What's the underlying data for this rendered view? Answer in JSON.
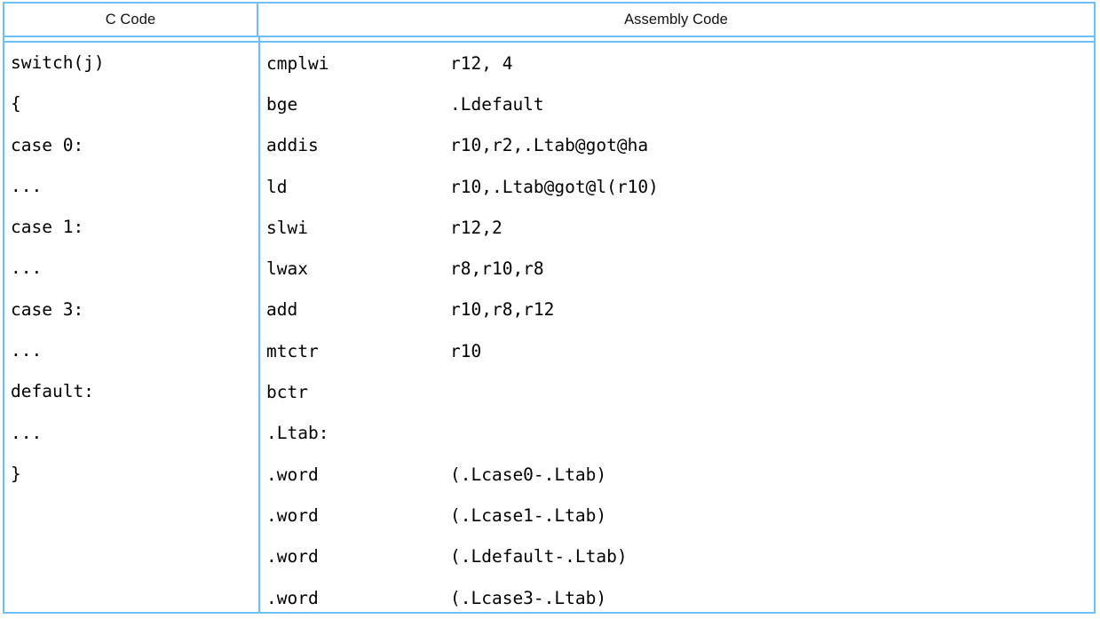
{
  "table": {
    "columns": [
      {
        "id": "c-code",
        "header": "C Code"
      },
      {
        "id": "assembly-code",
        "header": "Assembly Code"
      }
    ],
    "style": {
      "border_color": "#6ec0f2",
      "text_color": "#000000",
      "background": "#ffffff"
    },
    "c_code_lines": [
      "switch(j)",
      "{",
      "case 0:",
      "...",
      "case 1:",
      "...",
      "case 3:",
      "...",
      "default:",
      "...",
      "}",
      "",
      "",
      ""
    ],
    "assembly_lines": [
      {
        "mnemonic": "cmplwi",
        "operands": "r12, 4"
      },
      {
        "mnemonic": "bge",
        "operands": ".Ldefault"
      },
      {
        "mnemonic": "addis",
        "operands": "r10,r2,.Ltab@got@ha"
      },
      {
        "mnemonic": "ld",
        "operands": "r10,.Ltab@got@l(r10)"
      },
      {
        "mnemonic": "slwi",
        "operands": "r12,2"
      },
      {
        "mnemonic": "lwax",
        "operands": "r8,r10,r8"
      },
      {
        "mnemonic": "add",
        "operands": "r10,r8,r12"
      },
      {
        "mnemonic": "mtctr",
        "operands": "r10"
      },
      {
        "mnemonic": "bctr",
        "operands": ""
      },
      {
        "mnemonic": ".Ltab:",
        "operands": ""
      },
      {
        "mnemonic": ".word",
        "operands": "(.Lcase0-.Ltab)"
      },
      {
        "mnemonic": ".word",
        "operands": "(.Lcase1-.Ltab)"
      },
      {
        "mnemonic": ".word",
        "operands": "(.Ldefault-.Ltab)"
      },
      {
        "mnemonic": ".word",
        "operands": "(.Lcase3-.Ltab)"
      }
    ]
  }
}
